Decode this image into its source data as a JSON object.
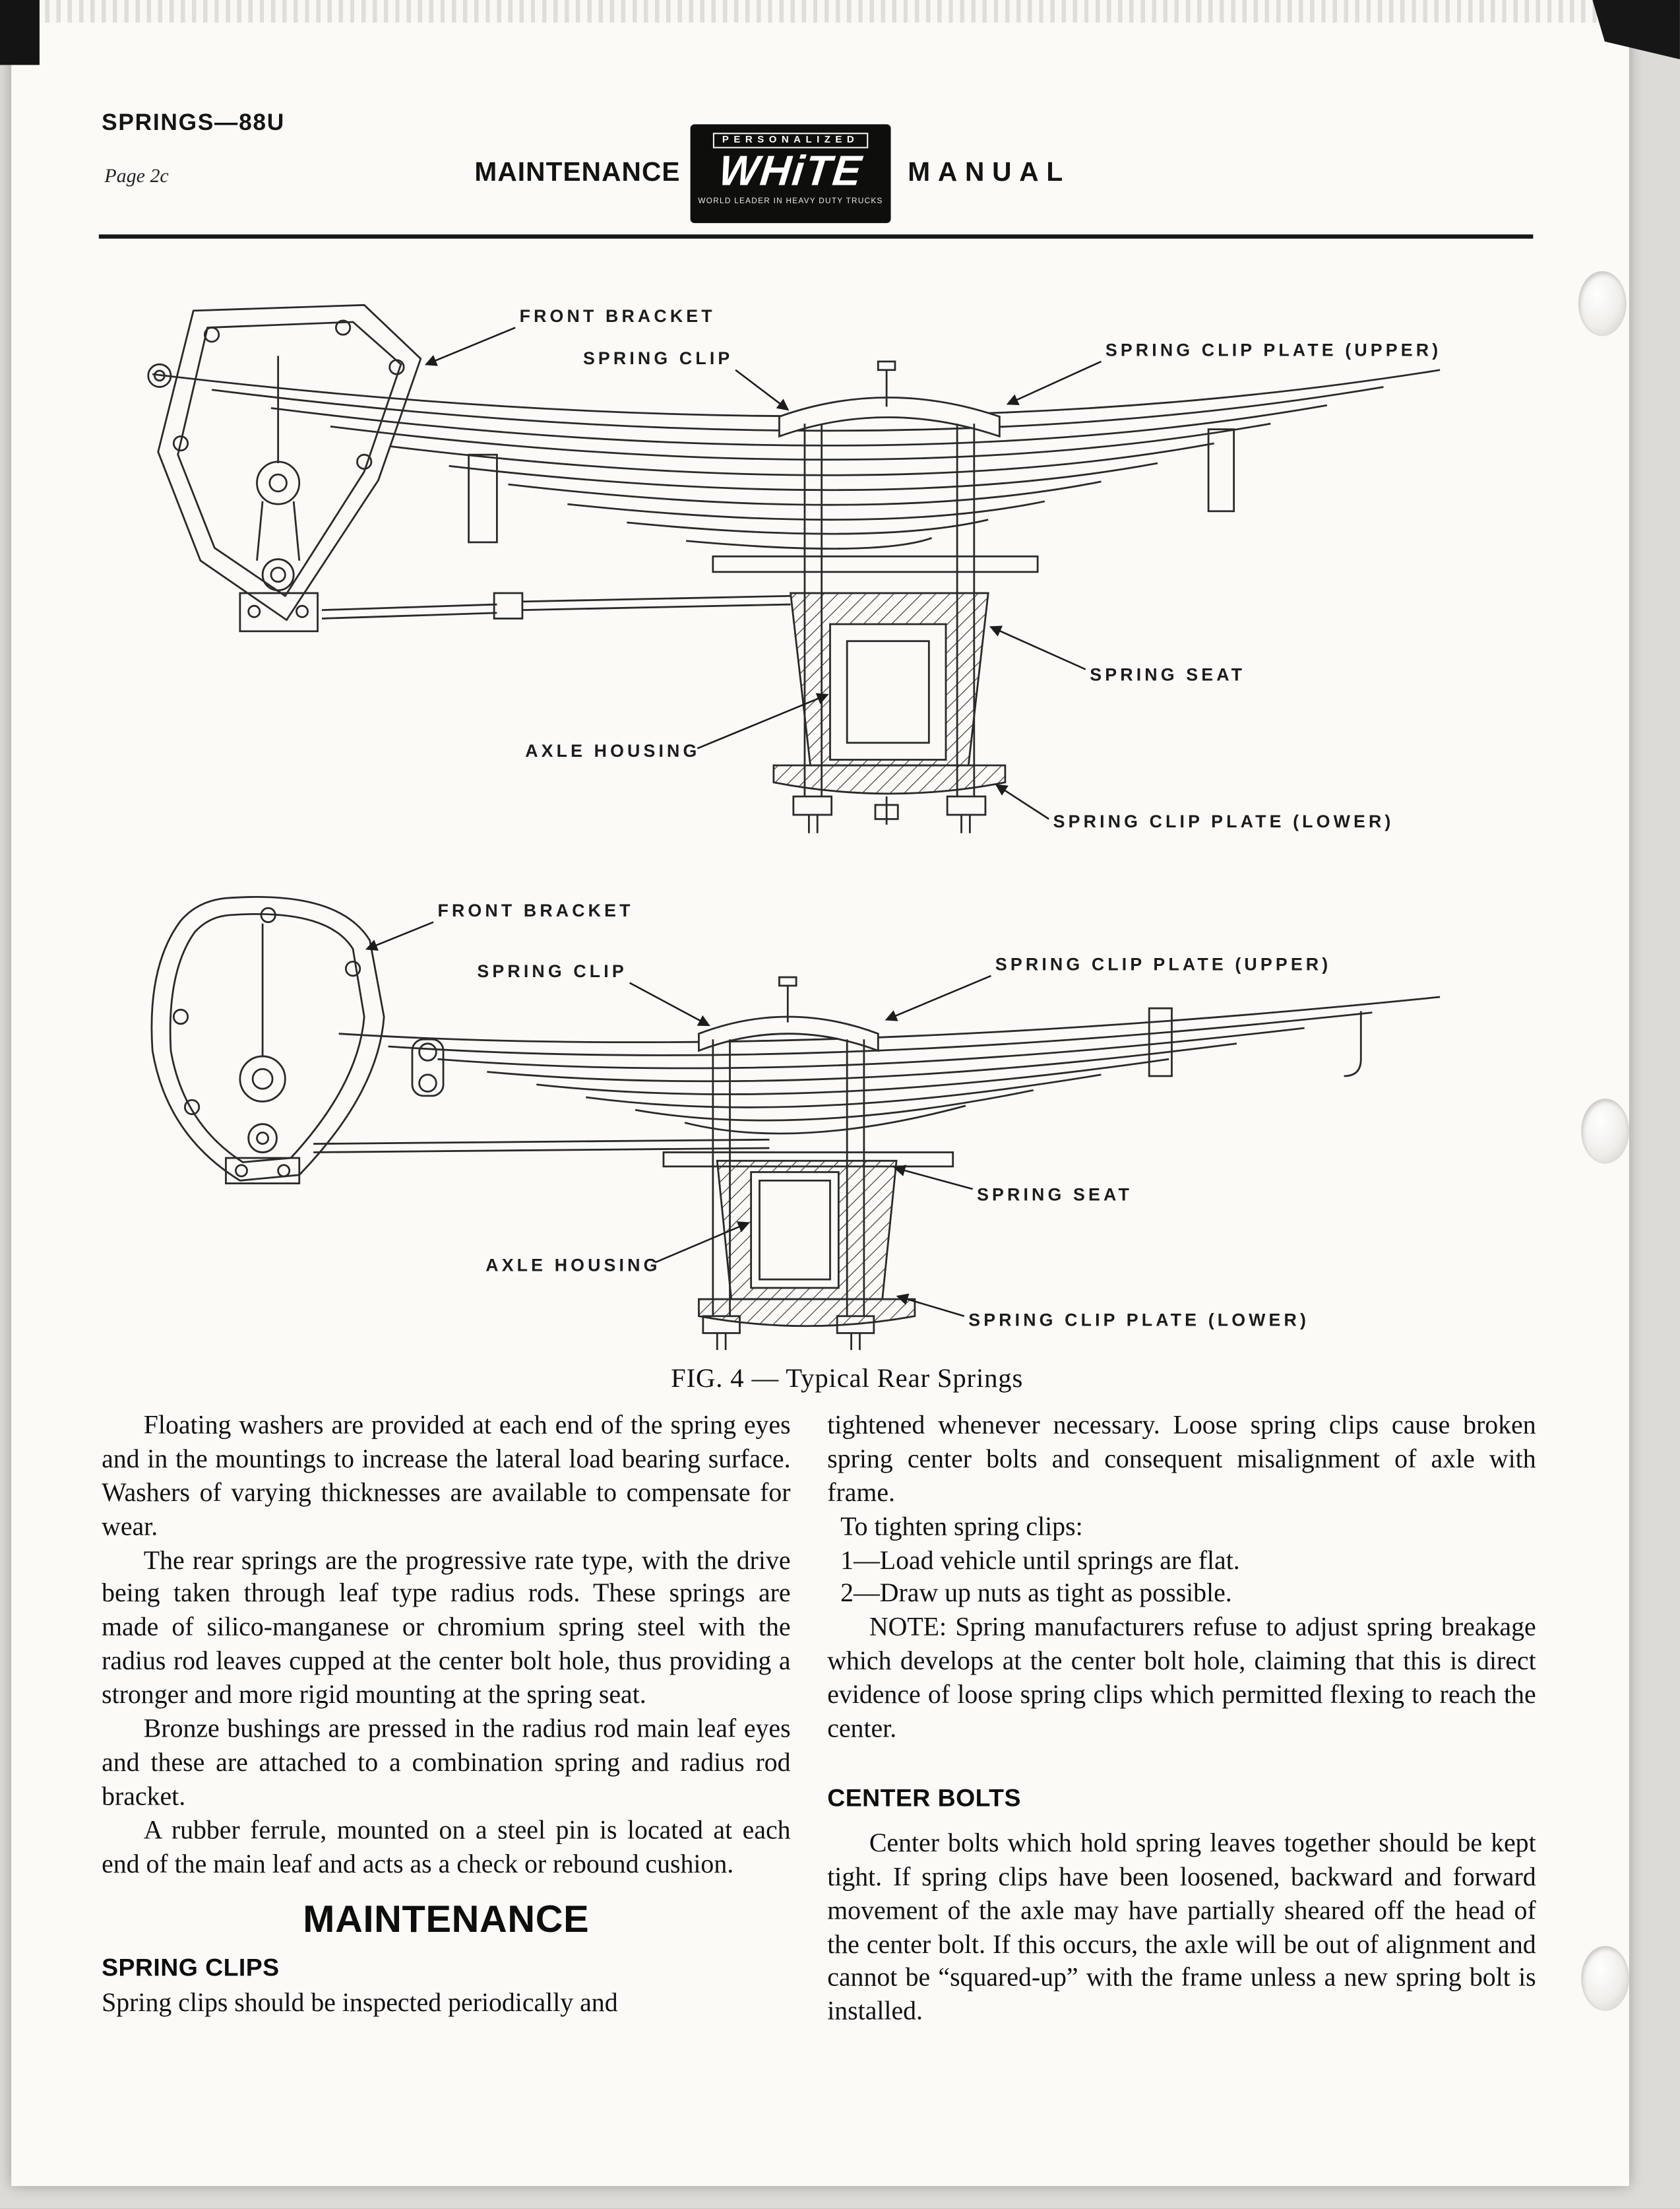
{
  "page": {
    "doc_code": "SPRINGS—88U",
    "page_label": "Page 2c",
    "header": {
      "left_word": "MAINTENANCE",
      "right_word": "MANUAL",
      "logo_top": "PERSONALIZED",
      "logo_name": "WHiTE",
      "logo_bottom": "WORLD LEADER IN HEAVY DUTY TRUCKS"
    },
    "colors": {
      "ink": "#1c1c1c",
      "paper": "#fbfaf6"
    }
  },
  "figure": {
    "caption": "FIG. 4 — Typical Rear Springs",
    "top": {
      "front_bracket": "FRONT BRACKET",
      "spring_clip": "SPRING CLIP",
      "plate_upper": "SPRING CLIP PLATE (UPPER)",
      "spring_seat": "SPRING SEAT",
      "axle_housing": "AXLE HOUSING",
      "plate_lower": "SPRING CLIP PLATE (LOWER)"
    },
    "bottom": {
      "front_bracket": "FRONT BRACKET",
      "spring_clip": "SPRING CLIP",
      "plate_upper": "SPRING CLIP PLATE (UPPER)",
      "spring_seat": "SPRING SEAT",
      "axle_housing": "AXLE HOUSING",
      "plate_lower": "SPRING CLIP PLATE (LOWER)"
    }
  },
  "article": {
    "left": {
      "p1": "Floating washers are provided at each end of the spring eyes and in the mountings to increase the lateral load bearing surface. Washers of varying thicknesses are available to compensate for wear.",
      "p2": "The rear springs are the progressive rate type, with the drive being taken through leaf type radius rods. These springs are made of silico-manganese or chromium spring steel with the radius rod leaves cupped at the center bolt hole, thus providing a stronger and more rigid mounting at the spring seat.",
      "p3": "Bronze bushings are pressed in the radius rod main leaf eyes and these are attached to a combination spring and radius rod bracket.",
      "p4": "A rubber ferrule, mounted on a steel pin is located at each end of the main leaf and acts as a check or rebound cushion.",
      "maintenance_heading": "MAINTENANCE",
      "spring_clips_heading": "SPRING CLIPS",
      "p5": "Spring clips should be inspected periodically and"
    },
    "right": {
      "p1": "tightened whenever necessary. Loose spring clips cause broken spring center bolts and consequent misalignment of axle with frame.",
      "tighten_intro": "To tighten spring clips:",
      "step1": "1—Load vehicle until springs are flat.",
      "step2": "2—Draw up nuts as tight as possible.",
      "note": "NOTE: Spring manufacturers refuse to adjust spring breakage which develops at the center bolt hole, claiming that this is direct evidence of loose spring clips which permitted flexing to reach the center.",
      "center_bolts_heading": "CENTER BOLTS",
      "p2": "Center bolts which hold spring leaves together should be kept tight. If spring clips have been loosened, backward and forward movement of the axle may have partially sheared off the head of the center bolt. If this occurs, the axle will be out of alignment and cannot be “squared-up” with the frame unless a new spring bolt is installed."
    }
  }
}
